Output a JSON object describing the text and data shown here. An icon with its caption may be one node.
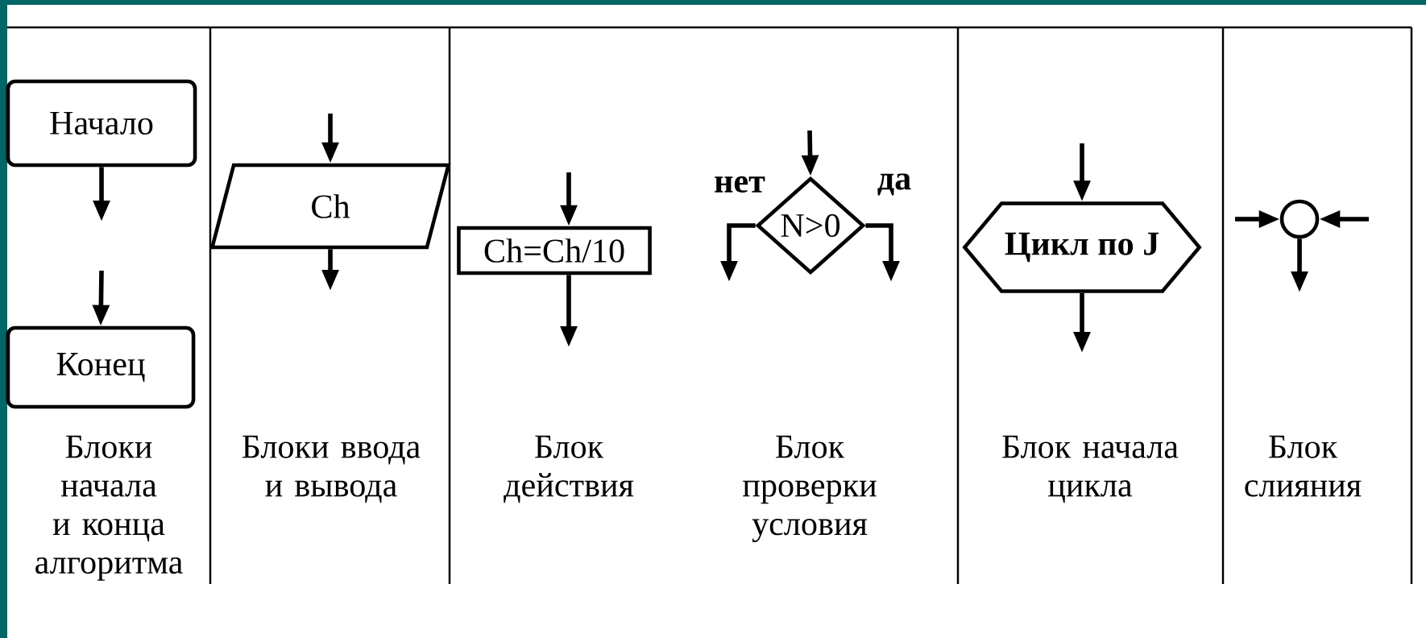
{
  "diagram": {
    "nodes": [
      {
        "text": [
          "Начало"
        ]
      },
      {
        "text": [
          "Конец"
        ]
      },
      {
        "text": [
          "Ch"
        ]
      },
      {
        "text": [
          "Ch=Ch/10"
        ]
      },
      {
        "text": [
          "N>0"
        ]
      },
      {
        "text": [
          "Цикл по J"
        ]
      },
      {
        "text": [],
        "shape": "circle"
      }
    ],
    "edges": [
      {
        "from": 0,
        "to": null,
        "arrow": "to"
      },
      {
        "from": null,
        "to": 1,
        "arrow": "to"
      },
      {
        "from": null,
        "to": 2,
        "arrow": "to"
      },
      {
        "from": 2,
        "to": null,
        "arrow": "to"
      },
      {
        "from": null,
        "to": 3,
        "arrow": "to"
      },
      {
        "from": 3,
        "to": null,
        "arrow": "to"
      },
      {
        "from": null,
        "to": 4,
        "arrow": "to"
      },
      {
        "from": 4,
        "to": null,
        "arrow": "to",
        "label": "нет"
      },
      {
        "from": 4,
        "to": null,
        "arrow": "to",
        "label": "да"
      },
      {
        "from": null,
        "to": 5,
        "arrow": "to"
      },
      {
        "from": 5,
        "to": null,
        "arrow": "to"
      },
      {
        "from": null,
        "to": 6,
        "arrow": "to"
      },
      {
        "from": null,
        "to": 6,
        "arrow": "to"
      },
      {
        "from": 6,
        "to": null,
        "arrow": "to"
      }
    ],
    "labels": [
      "Блоки начала и конца алгоритма",
      "Блоки ввода и вывода",
      "Блок действия",
      "Блок проверки условия",
      "Блок начала цикла",
      "Блок слияния"
    ]
  }
}
